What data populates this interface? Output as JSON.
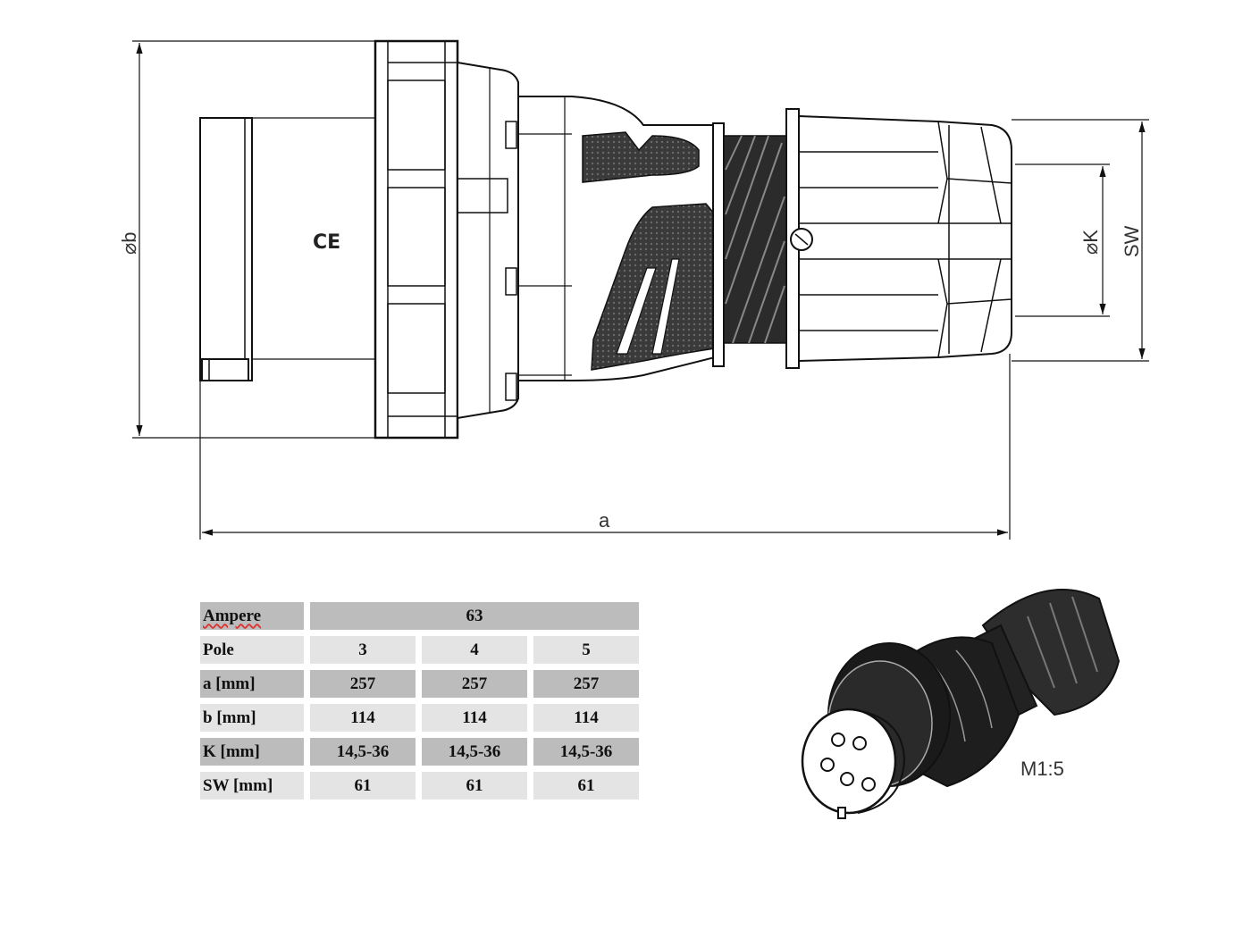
{
  "dimensions": {
    "diameter_b": "⌀b",
    "diameter_k": "⌀K",
    "sw": "SW",
    "a": "a"
  },
  "ce_mark": "CE",
  "scale_label": "M1:5",
  "table": {
    "header_label": "Ampere",
    "header_value": "63",
    "rows": [
      {
        "label": "Pole",
        "values": [
          "3",
          "4",
          "5"
        ]
      },
      {
        "label": "a [mm]",
        "values": [
          "257",
          "257",
          "257"
        ]
      },
      {
        "label": "b [mm]",
        "values": [
          "114",
          "114",
          "114"
        ]
      },
      {
        "label": "K [mm]",
        "values": [
          "14,5-36",
          "14,5-36",
          "14,5-36"
        ]
      },
      {
        "label": "SW [mm]",
        "values": [
          "61",
          "61",
          "61"
        ]
      }
    ]
  }
}
